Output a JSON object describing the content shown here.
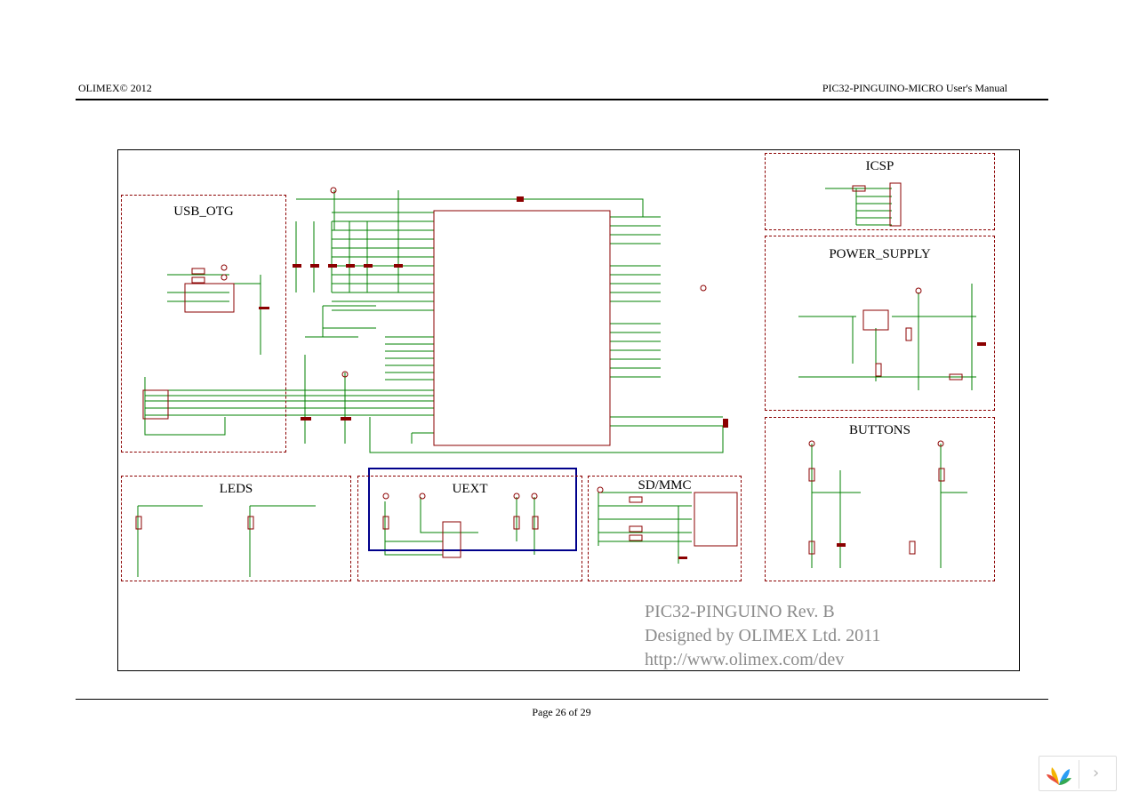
{
  "header": {
    "left": "OLIMEX© 2012",
    "right": "PIC32-PINGUINO-MICRO User's Manual"
  },
  "footer": {
    "page": "Page 26 of 29"
  },
  "schematic": {
    "blocks": {
      "usb_otg": "USB_OTG",
      "icsp": "ICSP",
      "power_supply": "POWER_SUPPLY",
      "buttons": "BUTTONS",
      "leds": "LEDS",
      "uext": "UEXT",
      "sd_mmc": "SD/MMC"
    },
    "credits": {
      "line1": "PIC32-PINGUINO Rev. B",
      "line2": "Designed by OLIMEX Ltd. 2011",
      "line3": "http://www.olimex.com/dev"
    },
    "colors": {
      "wire": "#008000",
      "part": "#8b0000",
      "bus": "#00008b",
      "border": "#8b0000"
    }
  },
  "widget": {
    "logo_icon": "flower-logo-icon",
    "next_icon": "chevron-right-icon"
  }
}
